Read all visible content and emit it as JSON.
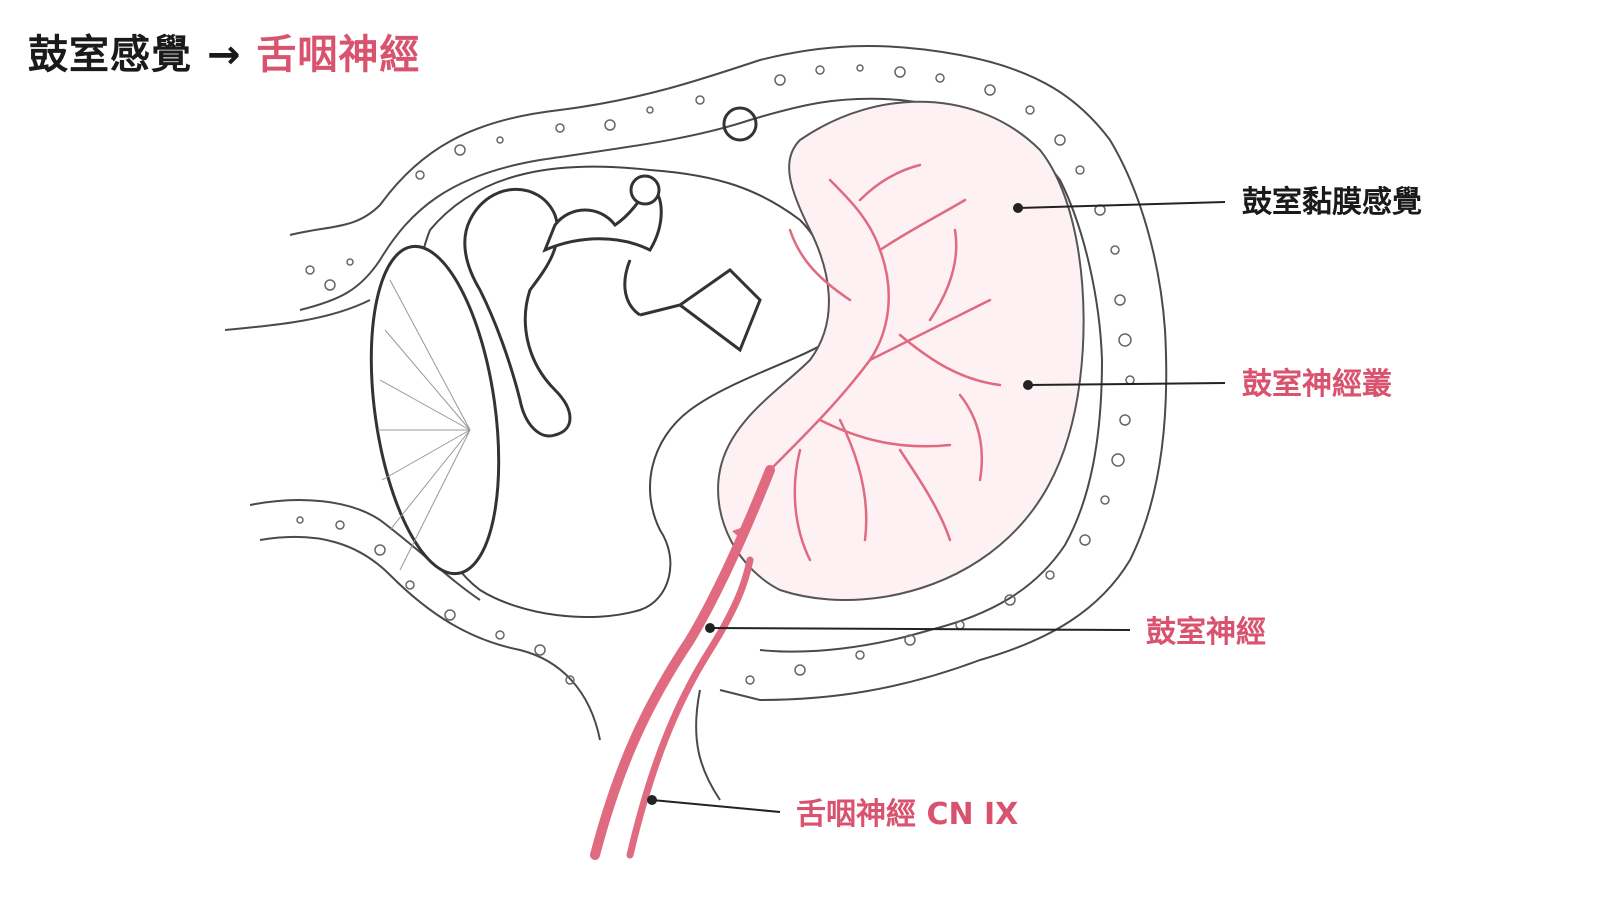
{
  "title": {
    "prefix": "鼓室感覺",
    "arrow": "→",
    "highlight": "舌咽神經"
  },
  "labels": {
    "mucosa": "鼓室黏膜感覺",
    "plexus": "鼓室神經叢",
    "tympanic_nerve": "鼓室神經",
    "glossopharyngeal": "舌咽神經 CN IX"
  },
  "colors": {
    "text_dark": "#1a1a1a",
    "accent": "#d9536f",
    "line": "#555555",
    "nerve": "#e06a80",
    "nerve_light": "#f3b7c2"
  }
}
